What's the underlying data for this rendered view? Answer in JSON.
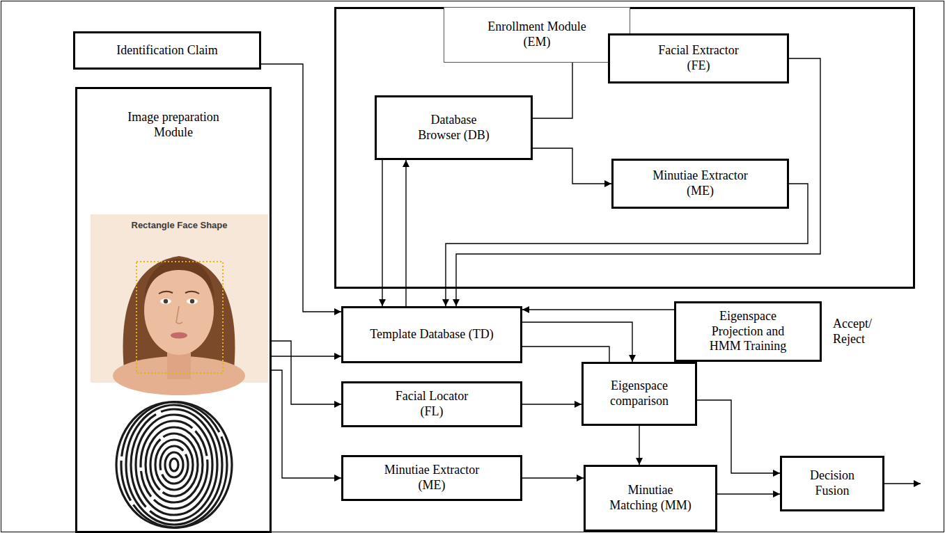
{
  "diagram": {
    "nodes": [
      {
        "text": [
          "Identification Claim"
        ]
      },
      {
        "text": [
          "Image preparation Module"
        ]
      },
      {
        "text": [
          "Enrollment Module (EM)"
        ]
      },
      {
        "text": [
          "Database Browser (DB)"
        ],
        "in": 2
      },
      {
        "text": [
          "Facial Extractor (FE)"
        ],
        "in": 2
      },
      {
        "text": [
          "Minutiae Extractor (ME)"
        ],
        "in": 2
      },
      {
        "text": [
          "Template Database (TD)"
        ]
      },
      {
        "text": [
          "Eigenspace Projection and HMM Training"
        ]
      },
      {
        "text": [
          "Facial Locator (FL)"
        ]
      },
      {
        "text": [
          "Eigenspace comparison"
        ]
      },
      {
        "text": [
          "Minutiae Extractor (ME)"
        ]
      },
      {
        "text": [
          "Minutiae Matching (MM)"
        ]
      },
      {
        "text": [
          "Decision Fusion"
        ]
      }
    ],
    "edges": [
      {
        "from": 0,
        "to": 6,
        "arrow": "to"
      },
      {
        "from": 1,
        "to": 6,
        "arrow": "to"
      },
      {
        "from": 1,
        "to": 8,
        "arrow": "to"
      },
      {
        "from": 1,
        "to": 10,
        "arrow": "to"
      },
      {
        "from": 3,
        "to": 6,
        "arrow": "to"
      },
      {
        "from": 6,
        "to": 3,
        "arrow": "to"
      },
      {
        "from": 3,
        "to": 4,
        "arrow": "to"
      },
      {
        "from": 3,
        "to": 5,
        "arrow": "to"
      },
      {
        "from": 4,
        "to": 6,
        "arrow": "to"
      },
      {
        "from": 5,
        "to": 6,
        "arrow": "to"
      },
      {
        "from": 7,
        "to": 6,
        "arrow": "to"
      },
      {
        "from": 6,
        "to": 9,
        "arrow": "to"
      },
      {
        "from": 6,
        "to": 9,
        "arrow": "none"
      },
      {
        "from": 8,
        "to": 9,
        "arrow": "to"
      },
      {
        "from": 9,
        "to": 11,
        "arrow": "to"
      },
      {
        "from": 10,
        "to": 11,
        "arrow": "to"
      },
      {
        "from": 9,
        "to": 12,
        "arrow": "to"
      },
      {
        "from": 11,
        "to": 12,
        "arrow": "to"
      }
    ],
    "labels": [
      "Accept/ Reject",
      "Rectangle Face Shape"
    ]
  }
}
